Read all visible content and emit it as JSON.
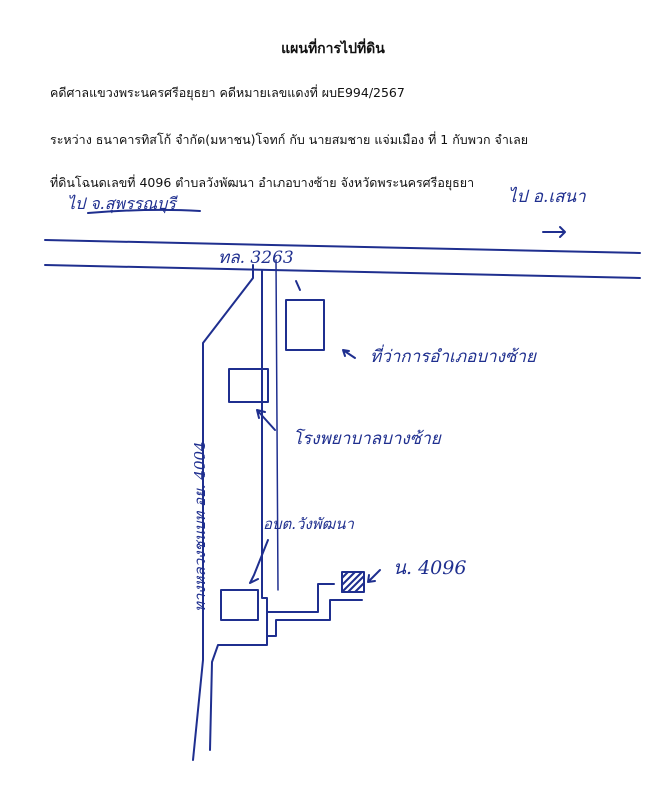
{
  "header": {
    "title": "แผนที่การไปที่ดิน",
    "case_line": "คดีศาลแขวงพระนครศรีอยุธยา คดีหมายเลขแดงที่  ผบE994/2567",
    "parties_line": "ระหว่าง ธนาคารทิสโก้ จำกัด(มหาชน)โจทก์ กับ นายสมชาย   แจ่มเมือง ที่ 1 กับพวก    จำเลย",
    "land_line": "ที่ดินโฉนดเลขที่ 4096  ตำบลวังพัฒนา   อำเภอบางซ้าย  จังหวัดพระนครศรีอยุธยา"
  },
  "map_labels": {
    "to_left": "ไป จ.สุพรรณบุรี",
    "to_right": "ไป อ.เสนา",
    "highway": "ทล. 3263",
    "district_office": "ที่ว่าการอำเภอบางซ้าย",
    "school": "โรงพยาบาลบางซ้าย",
    "tambon_office": "อบต.วังพัฒนา",
    "deed": "น. 4096",
    "side_road": "ทางหลวงชนบท อย. 4004"
  },
  "colors": {
    "ink": "#1f2f8f",
    "print": "#111111"
  }
}
